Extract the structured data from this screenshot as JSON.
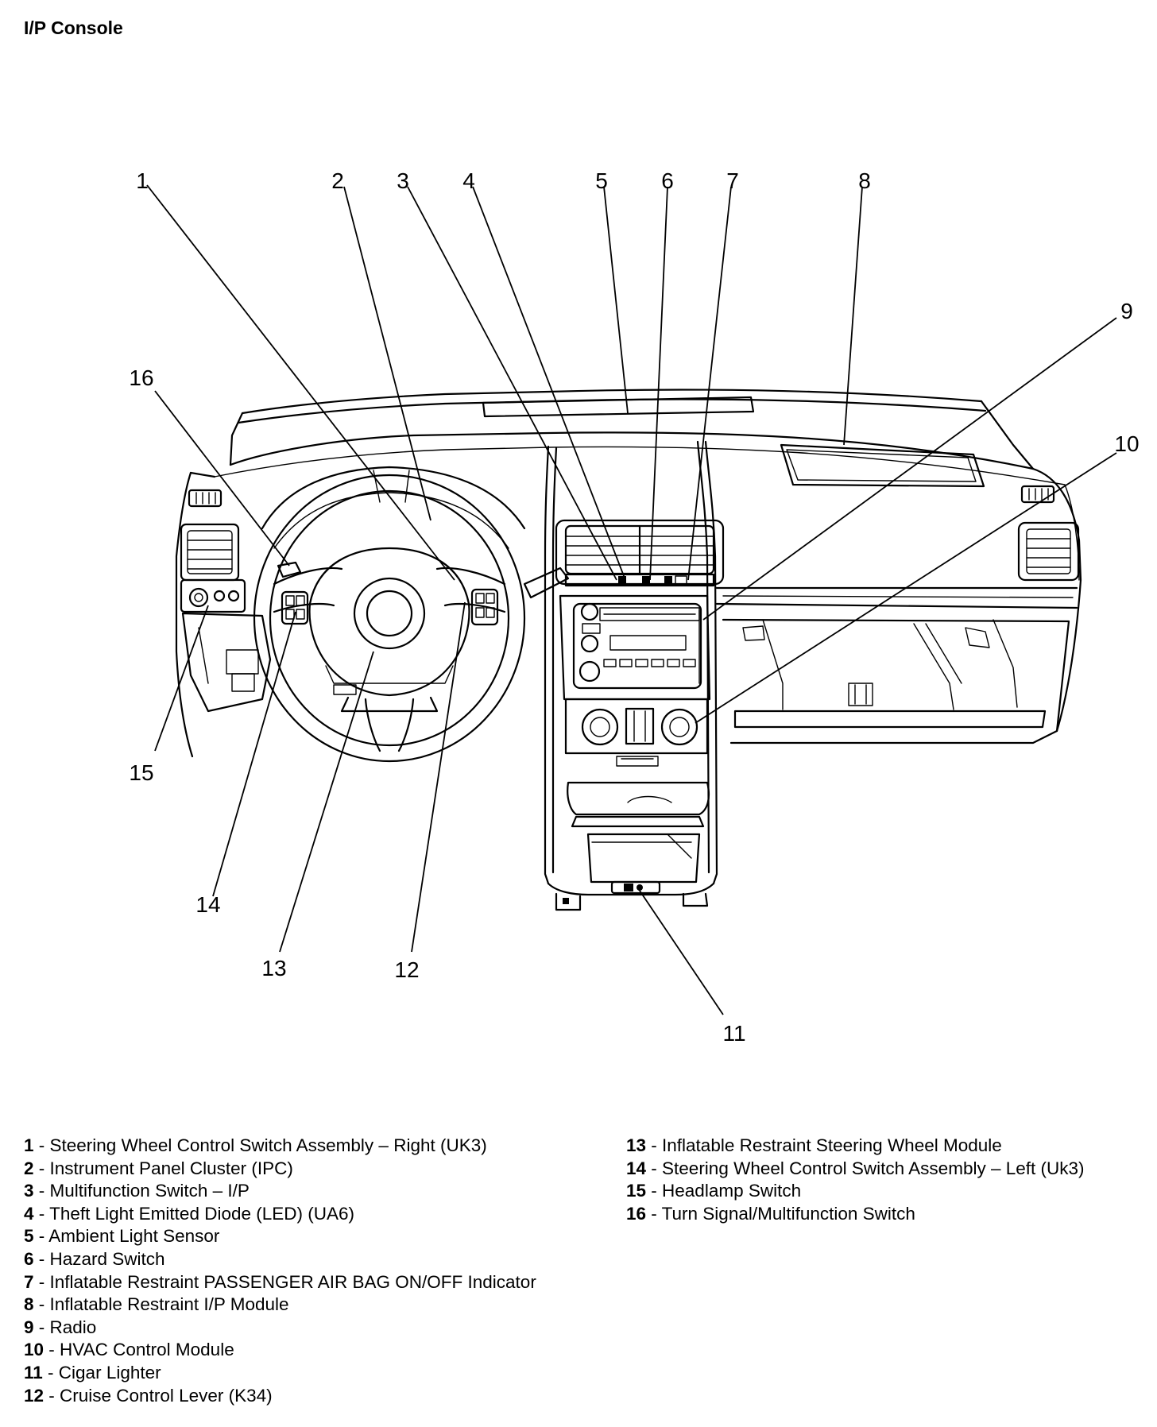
{
  "title": "I/P Console",
  "callouts": [
    "1",
    "2",
    "3",
    "4",
    "5",
    "6",
    "7",
    "8",
    "9",
    "10",
    "11",
    "12",
    "13",
    "14",
    "15",
    "16"
  ],
  "legend": [
    {
      "number": "1",
      "label": "Steering Wheel Control Switch Assembly – Right (UK3)"
    },
    {
      "number": "2",
      "label": "Instrument Panel Cluster (IPC)"
    },
    {
      "number": "3",
      "label": "Multifunction Switch – I/P"
    },
    {
      "number": "4",
      "label": "Theft Light Emitted Diode (LED) (UA6)"
    },
    {
      "number": "5",
      "label": "Ambient Light Sensor"
    },
    {
      "number": "6",
      "label": "Hazard Switch"
    },
    {
      "number": "7",
      "label": "Inflatable Restraint PASSENGER AIR BAG ON/OFF Indicator"
    },
    {
      "number": "8",
      "label": "Inflatable Restraint I/P Module"
    },
    {
      "number": "9",
      "label": "Radio"
    },
    {
      "number": "10",
      "label": "HVAC Control Module"
    },
    {
      "number": "11",
      "label": "Cigar Lighter"
    },
    {
      "number": "12",
      "label": "Cruise Control Lever (K34)"
    },
    {
      "number": "13",
      "label": "Inflatable Restraint Steering Wheel Module"
    },
    {
      "number": "14",
      "label": "Steering Wheel Control Switch Assembly – Left (Uk3)"
    },
    {
      "number": "15",
      "label": "Headlamp Switch"
    },
    {
      "number": "16",
      "label": "Turn Signal/Multifunction Switch"
    }
  ]
}
